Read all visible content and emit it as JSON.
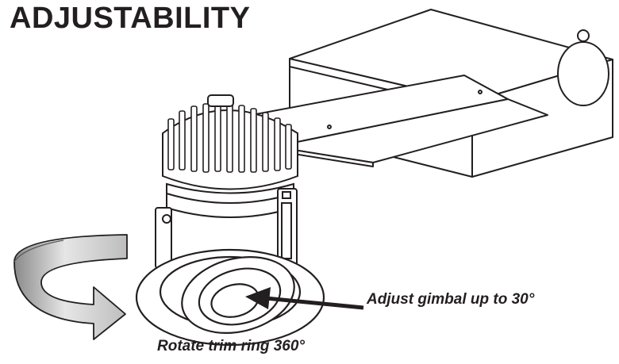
{
  "title": "ADJUSTABILITY",
  "callouts": {
    "gimbal": "Adjust gimbal up to 30°",
    "trim": "Rotate trim ring 360°"
  },
  "colors": {
    "ink": "#231f20",
    "rotation_arrow_light": "#d9d9d9",
    "rotation_arrow_dark": "#8a8a8a"
  },
  "icons": {
    "rotation": "curved-rotation-arrow",
    "pointer": "straight-arrow-left"
  }
}
